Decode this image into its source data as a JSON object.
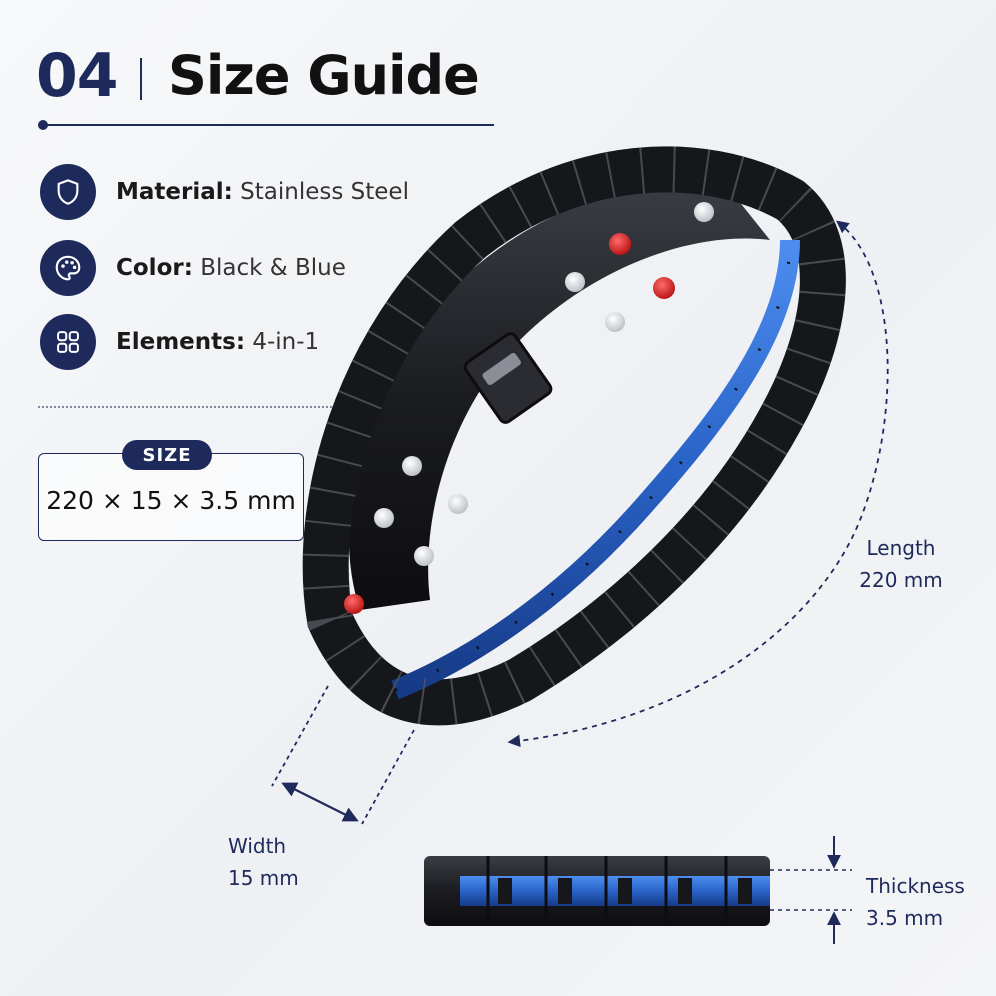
{
  "header": {
    "number": "04",
    "title": "Size Guide"
  },
  "specs": [
    {
      "label": "Material:",
      "value": "Stainless Steel",
      "icon": "shield-icon"
    },
    {
      "label": "Color:",
      "value": "Black & Blue",
      "icon": "palette-icon"
    },
    {
      "label": "Elements:",
      "value": "4-in-1",
      "icon": "grid-icon"
    }
  ],
  "size": {
    "tag": "SIZE",
    "value": "220 × 15 × 3.5 mm"
  },
  "dimensions": {
    "length_label": "Length",
    "length_value": "220 mm",
    "width_label": "Width",
    "width_value": "15 mm",
    "thickness_label": "Thickness",
    "thickness_value": "3.5 mm"
  },
  "colors": {
    "navy": "#1e2a5c",
    "blue": "#2a63c8",
    "black": "#1b1c20",
    "magnet_red": "#d61f1f"
  }
}
